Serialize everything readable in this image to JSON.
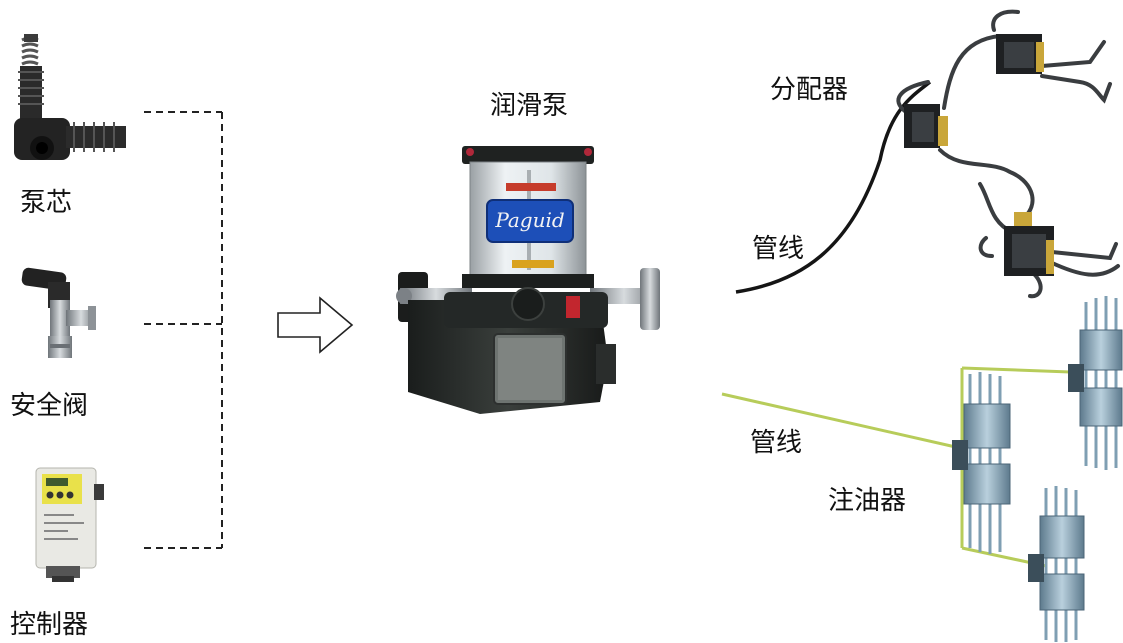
{
  "labels": {
    "pump_core": "泵芯",
    "safety_valve": "安全阀",
    "controller": "控制器",
    "lubrication_pump": "润滑泵",
    "distributor": "分配器",
    "pipe_upper": "管线",
    "pipe_lower": "管线",
    "injector": "注油器"
  },
  "pump_brand": "Paguid",
  "colors": {
    "injector_pipe": "#b7cc5a",
    "pump_body": "#2b2f2d",
    "pump_label": "#1d4fb8",
    "fitting_brass": "#c9a63a",
    "steel": "#8a8f95",
    "injector_metal": "#7f9fb3"
  }
}
